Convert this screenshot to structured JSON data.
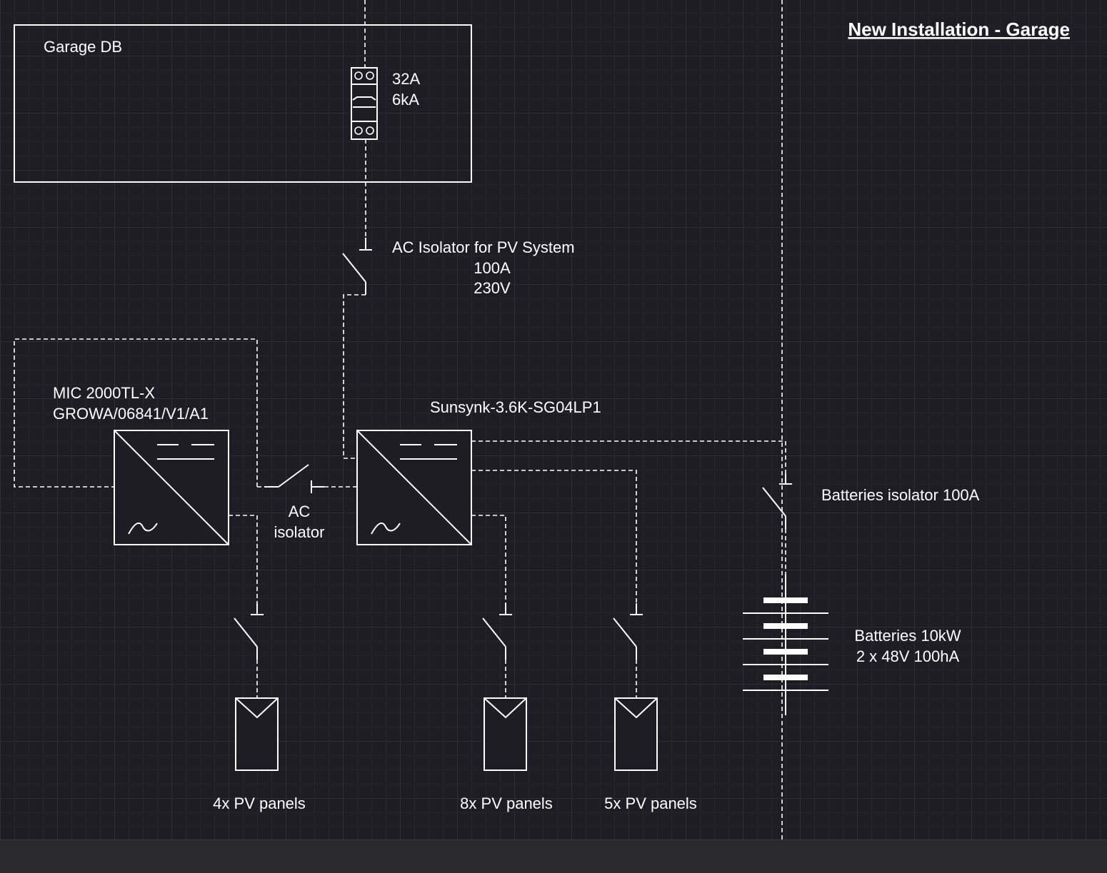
{
  "title": "New Installation - Garage",
  "garage_db": {
    "label": "Garage DB",
    "breaker_line1": "32A",
    "breaker_line2": "6kA"
  },
  "ac_isolator_pv": {
    "line1": "AC Isolator for PV System",
    "line2": "100A",
    "line3": "230V"
  },
  "inverter_1": {
    "line1": "MIC 2000TL-X",
    "line2": "GROWA/06841/V1/A1"
  },
  "inverter_2": {
    "label": "Sunsynk-3.6K-SG04LP1"
  },
  "ac_isolator": {
    "line1": "AC",
    "line2": "isolator"
  },
  "batteries_isolator": {
    "label": "Batteries isolator 100A"
  },
  "batteries": {
    "line1": "Batteries 10kW",
    "line2": "2 x 48V 100hA"
  },
  "pv_panels": [
    {
      "label": "4x PV panels"
    },
    {
      "label": "8x PV panels"
    },
    {
      "label": "5x PV panels"
    }
  ],
  "colors": {
    "background": "#1e1d24",
    "line": "#ffffff",
    "grid": "#2e2d34"
  }
}
